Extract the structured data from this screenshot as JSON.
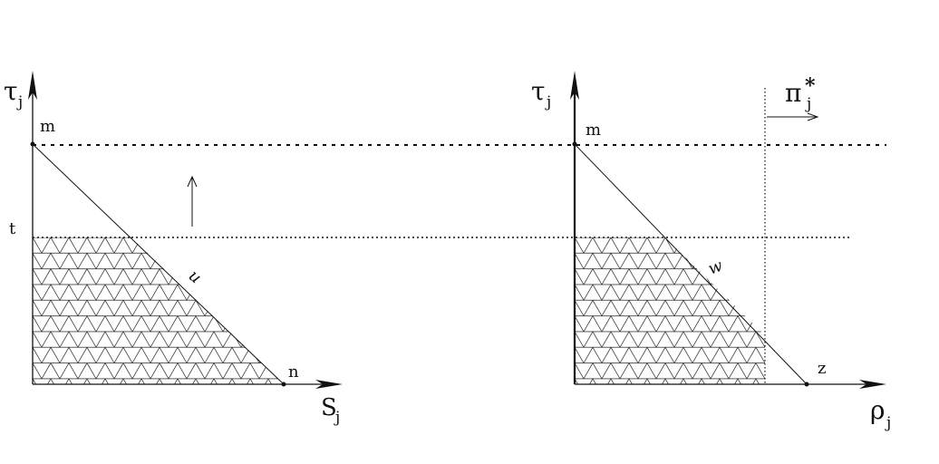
{
  "left_panel": {
    "y_axis_label": "τ",
    "y_axis_sub": "j",
    "x_axis_label": "S",
    "x_axis_sub": "j",
    "point_m": "m",
    "point_t": "t",
    "point_n": "n",
    "curve_label": "u"
  },
  "right_panel": {
    "y_axis_label": "τ",
    "y_axis_sub": "j",
    "x_axis_label": "ρ",
    "x_axis_sub": "j",
    "point_m": "m",
    "point_z": "z",
    "curve_label": "w",
    "threshold_label": "π",
    "threshold_sub": "j",
    "threshold_sup": "*"
  }
}
